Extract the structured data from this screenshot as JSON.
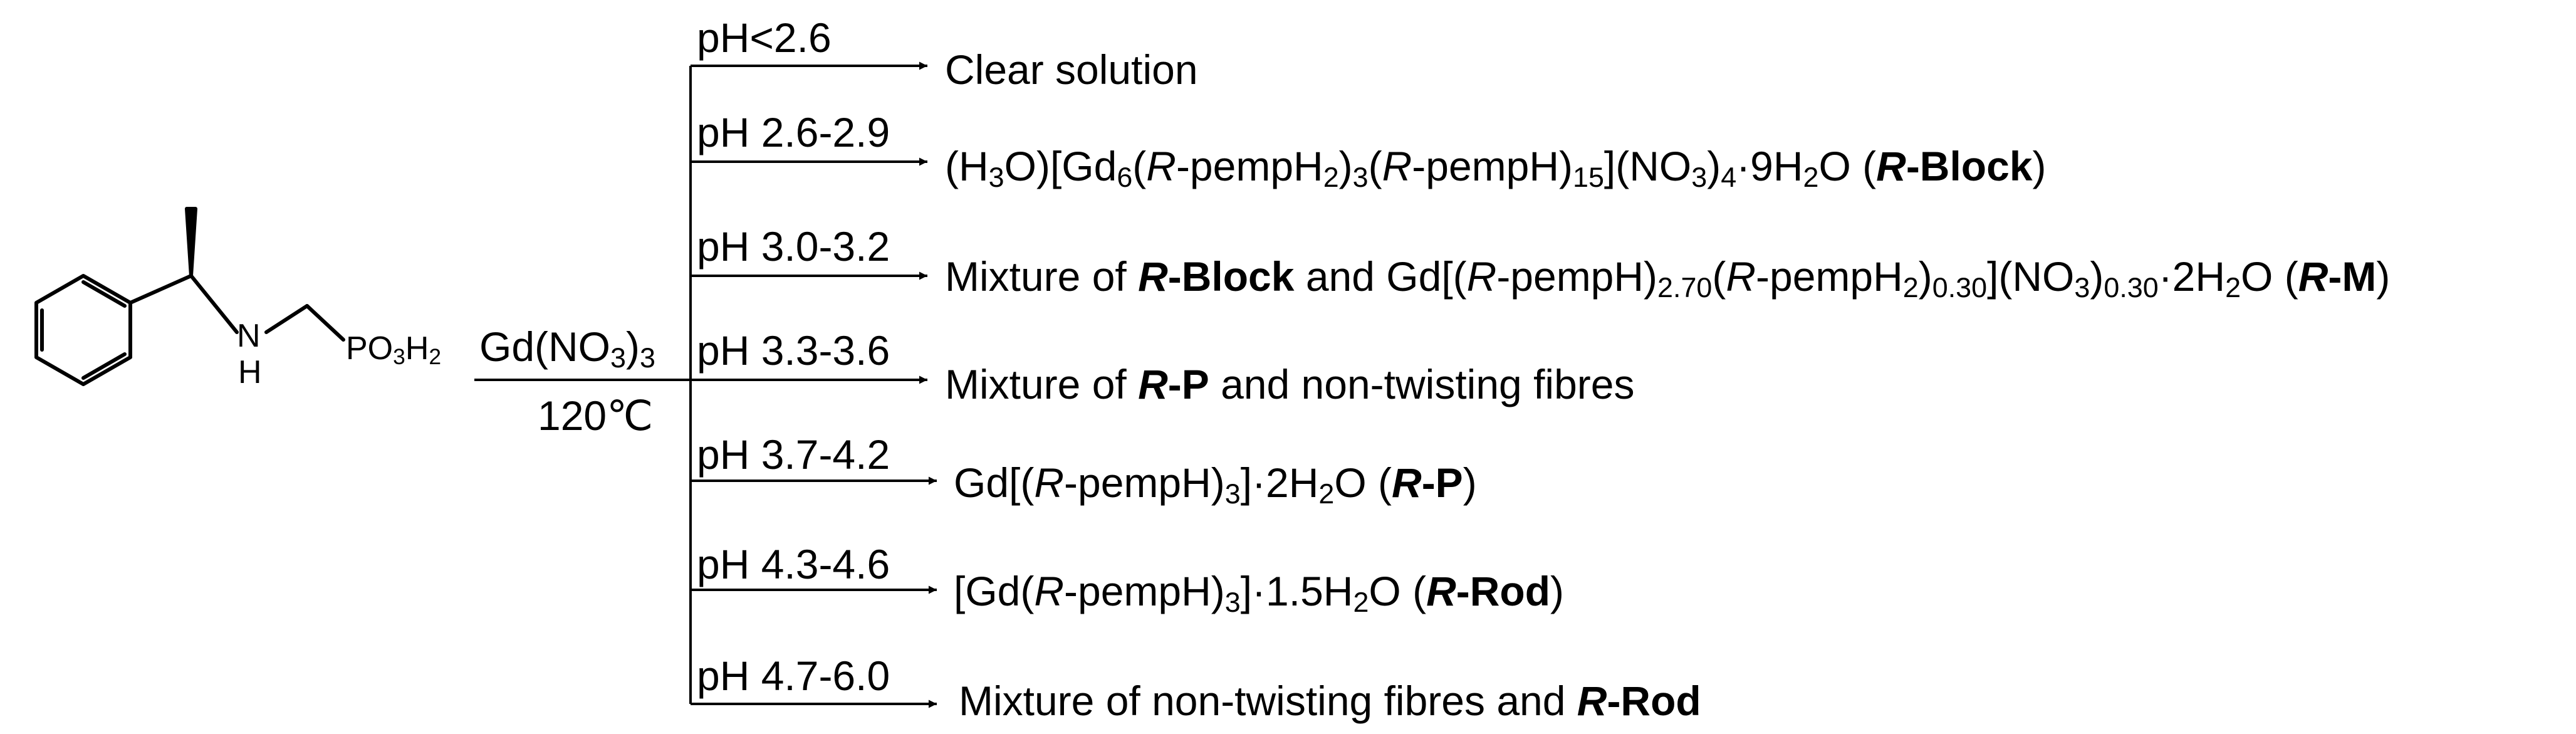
{
  "reagent": {
    "atom_n": "N",
    "atom_h": "H",
    "group_po3h2": "PO3H2"
  },
  "conditions": {
    "reagent": "Gd(NO3)3",
    "temperature": "120℃"
  },
  "branches": [
    {
      "ph": "pH<2.6",
      "product": [
        {
          "t": "Clear solution"
        }
      ]
    },
    {
      "ph": "pH 2.6-2.9",
      "product": [
        {
          "t": "(H"
        },
        {
          "t": "3",
          "s": "sub"
        },
        {
          "t": "O)[Gd"
        },
        {
          "t": "6",
          "s": "sub"
        },
        {
          "t": "("
        },
        {
          "t": "R",
          "s": "it"
        },
        {
          "t": "-pempH"
        },
        {
          "t": "2",
          "s": "sub"
        },
        {
          "t": ")"
        },
        {
          "t": "3",
          "s": "sub"
        },
        {
          "t": "("
        },
        {
          "t": "R",
          "s": "it"
        },
        {
          "t": "-pempH)"
        },
        {
          "t": "15",
          "s": "sub"
        },
        {
          "t": "](NO"
        },
        {
          "t": "3",
          "s": "sub"
        },
        {
          "t": ")"
        },
        {
          "t": "4",
          "s": "sub"
        },
        {
          "t": "·9H"
        },
        {
          "t": "2",
          "s": "sub"
        },
        {
          "t": "O ("
        },
        {
          "t": "R",
          "s": "bi"
        },
        {
          "t": "-Block",
          "s": "bf"
        },
        {
          "t": ")"
        }
      ]
    },
    {
      "ph": "pH 3.0-3.2",
      "product": [
        {
          "t": "Mixture of "
        },
        {
          "t": "R",
          "s": "bi"
        },
        {
          "t": "-Block",
          "s": "bf"
        },
        {
          "t": " and Gd[("
        },
        {
          "t": "R",
          "s": "it"
        },
        {
          "t": "-pempH)"
        },
        {
          "t": "2.70",
          "s": "sub"
        },
        {
          "t": "("
        },
        {
          "t": "R",
          "s": "it"
        },
        {
          "t": "-pempH"
        },
        {
          "t": "2",
          "s": "sub"
        },
        {
          "t": ")"
        },
        {
          "t": "0.30",
          "s": "sub"
        },
        {
          "t": "](NO"
        },
        {
          "t": "3",
          "s": "sub"
        },
        {
          "t": ")"
        },
        {
          "t": "0.30",
          "s": "sub"
        },
        {
          "t": "·2H"
        },
        {
          "t": "2",
          "s": "sub"
        },
        {
          "t": "O ("
        },
        {
          "t": "R",
          "s": "bi"
        },
        {
          "t": "-M",
          "s": "bf"
        },
        {
          "t": ")"
        }
      ]
    },
    {
      "ph": "pH 3.3-3.6",
      "product": [
        {
          "t": "Mixture of "
        },
        {
          "t": "R",
          "s": "bi"
        },
        {
          "t": "-P",
          "s": "bf"
        },
        {
          "t": " and non-twisting fibres"
        }
      ]
    },
    {
      "ph": "pH 3.7-4.2",
      "product": [
        {
          "t": "Gd[("
        },
        {
          "t": "R",
          "s": "it"
        },
        {
          "t": "-pempH)"
        },
        {
          "t": "3",
          "s": "sub"
        },
        {
          "t": "]·2H"
        },
        {
          "t": "2",
          "s": "sub"
        },
        {
          "t": "O ("
        },
        {
          "t": "R",
          "s": "bi"
        },
        {
          "t": "-P",
          "s": "bf"
        },
        {
          "t": ")"
        }
      ]
    },
    {
      "ph": "pH 4.3-4.6",
      "product": [
        {
          "t": "[Gd("
        },
        {
          "t": "R",
          "s": "it"
        },
        {
          "t": "-pempH)"
        },
        {
          "t": "3",
          "s": "sub"
        },
        {
          "t": "]·1.5H"
        },
        {
          "t": "2",
          "s": "sub"
        },
        {
          "t": "O ("
        },
        {
          "t": "R",
          "s": "bi"
        },
        {
          "t": "-Rod",
          "s": "bf"
        },
        {
          "t": ")"
        }
      ]
    },
    {
      "ph": "pH 4.7-6.0",
      "product": [
        {
          "t": "Mixture of non-twisting fibres and "
        },
        {
          "t": "R",
          "s": "bi"
        },
        {
          "t": "-Rod",
          "s": "bf"
        }
      ]
    }
  ]
}
